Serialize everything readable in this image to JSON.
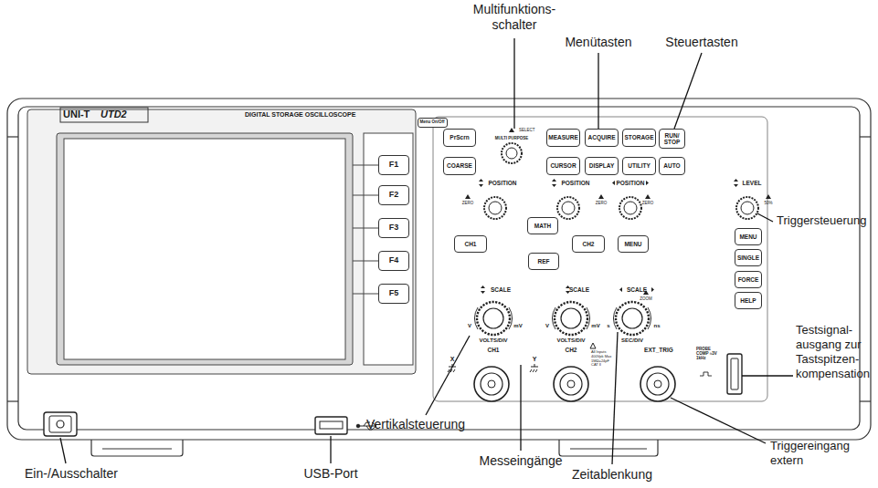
{
  "diagram": {
    "nodes": [
      {
        "text": [
          "Menu On/Off"
        ]
      },
      {
        "text": [
          "PrScrn"
        ]
      },
      {
        "text": [
          "MEASURE"
        ]
      },
      {
        "text": [
          "ACQUIRE"
        ]
      },
      {
        "text": [
          "STORAGE"
        ]
      },
      {
        "text": [
          "RUN/ STOP"
        ]
      },
      {
        "text": [
          "F1"
        ]
      },
      {
        "text": [
          "COARSE"
        ]
      },
      {
        "text": [
          "CURSOR"
        ]
      },
      {
        "text": [
          "DISPLAY"
        ]
      },
      {
        "text": [
          "UTILITY"
        ]
      },
      {
        "text": [
          "AUTO"
        ]
      },
      {
        "text": [
          "F2"
        ]
      },
      {
        "text": [
          "MATH"
        ]
      },
      {
        "text": [
          "F3"
        ]
      },
      {
        "text": [
          "CH1"
        ]
      },
      {
        "text": [
          "CH2"
        ]
      },
      {
        "text": [
          "MENU"
        ]
      },
      {
        "text": [
          "MENU"
        ]
      },
      {
        "text": [
          "SINGLE"
        ]
      },
      {
        "text": [
          "F4"
        ]
      },
      {
        "text": [
          "REF"
        ]
      },
      {
        "text": [
          "FORCE"
        ]
      },
      {
        "text": [
          "HELP"
        ]
      },
      {
        "text": [
          "F5"
        ]
      }
    ],
    "labels": [
      "Multifunktions- schalter",
      "Menütasten",
      "Steuertasten",
      "Triggersteuerung",
      "Testsignal- ausgang zur Tastspitzen- kompensation",
      "Triggereingang extern",
      "Zeitablenkung",
      "Messeingänge",
      "Vertikalsteuerung",
      "USB-Port",
      "Ein-/Ausschalter",
      "UNI-T",
      "UTD2",
      "DIGITAL STORAGE OSCILLOSCOPE",
      "SELECT",
      "MULTI PURPOSE",
      "POSITION",
      "POSITION",
      "POSITION",
      "LEVEL",
      "ZERO",
      "ZERO",
      "ZERO",
      "50%",
      "SCALE",
      "SCALE",
      "SCALE",
      "ZOOM",
      "V",
      "mV",
      "V",
      "mV",
      "s",
      "ns",
      "VOLTS/DIV",
      "VOLTS/DIV",
      "SEC/DIV",
      "CH1",
      "CH2",
      "EXT_TRIG",
      "X",
      "Y",
      "All Inputs 400Vpk Max 1MΩ=24pF CAT II",
      "PROBE COMP ≈3V 1kHz"
    ]
  }
}
